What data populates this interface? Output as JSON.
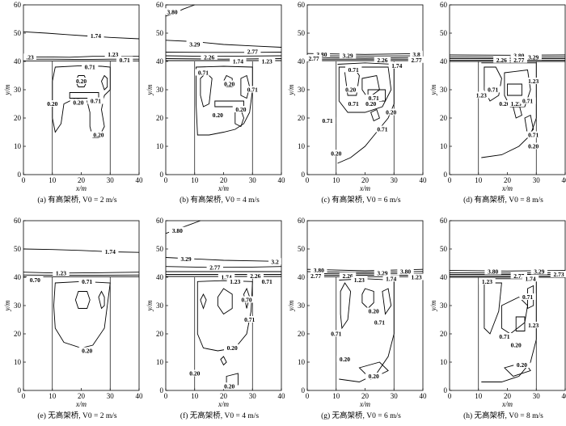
{
  "chart_data": [
    {
      "type": "contour",
      "caption": "(a) 有高架桥, V0 = 2 m/s",
      "xlabel": "x/m",
      "ylabel": "y/m",
      "xlim": [
        0,
        40
      ],
      "ylim": [
        0,
        60
      ],
      "xticks": [
        "0",
        "10",
        "20",
        "30",
        "40"
      ],
      "yticks": [
        "0",
        "10",
        "20",
        "30",
        "40",
        "50",
        "60"
      ],
      "has_bridge": true,
      "wind_speed_ms": 2,
      "contour_labels": [
        {
          "text": "1.74",
          "x": 25,
          "y": 49
        },
        {
          "text": "1.23",
          "x": 31,
          "y": 42.5
        },
        {
          "text": ".23",
          "x": 1.5,
          "y": 41.5
        },
        {
          "text": "0.71",
          "x": 23,
          "y": 38
        },
        {
          "text": "0.71",
          "x": 35,
          "y": 40.5
        },
        {
          "text": "0.20",
          "x": 20,
          "y": 33
        },
        {
          "text": "0.20",
          "x": 10,
          "y": 25
        },
        {
          "text": "0.20",
          "x": 19,
          "y": 25.5
        },
        {
          "text": "0.71",
          "x": 25,
          "y": 26
        },
        {
          "text": "0.20",
          "x": 26,
          "y": 14
        }
      ]
    },
    {
      "type": "contour",
      "caption": "(b) 有高架桥, V0 = 4 m/s",
      "xlabel": "x/m",
      "ylabel": "y/m",
      "xlim": [
        0,
        40
      ],
      "ylim": [
        0,
        60
      ],
      "xticks": [
        "0",
        "10",
        "20",
        "30",
        "40"
      ],
      "yticks": [
        "0",
        "10",
        "20",
        "30",
        "40",
        "50",
        "60"
      ],
      "has_bridge": true,
      "wind_speed_ms": 4,
      "contour_labels": [
        {
          "text": "3.80",
          "x": 2,
          "y": 57.5
        },
        {
          "text": "3.29",
          "x": 10,
          "y": 46
        },
        {
          "text": "2.77",
          "x": 30,
          "y": 43.5
        },
        {
          "text": "2.26",
          "x": 15,
          "y": 41.5
        },
        {
          "text": "1.74",
          "x": 25,
          "y": 40
        },
        {
          "text": "1.23",
          "x": 35,
          "y": 40
        },
        {
          "text": "0.71",
          "x": 13,
          "y": 36
        },
        {
          "text": "0.20",
          "x": 22,
          "y": 32
        },
        {
          "text": "0.71",
          "x": 30,
          "y": 30
        },
        {
          "text": "0.20",
          "x": 26,
          "y": 23
        },
        {
          "text": "0.20",
          "x": 18,
          "y": 21
        }
      ]
    },
    {
      "type": "contour",
      "caption": "(c) 有高架桥, V0 = 6 m/s",
      "xlabel": "x/m",
      "ylabel": "y/m",
      "xlim": [
        0,
        40
      ],
      "ylim": [
        0,
        60
      ],
      "xticks": [
        "0",
        "10",
        "20",
        "30",
        "40"
      ],
      "yticks": [
        "0",
        "10",
        "20",
        "30",
        "40",
        "50",
        "60"
      ],
      "has_bridge": true,
      "wind_speed_ms": 6,
      "contour_labels": [
        {
          "text": "3.80",
          "x": 5,
          "y": 42.5
        },
        {
          "text": "3.29",
          "x": 14,
          "y": 42
        },
        {
          "text": "3.8",
          "x": 39,
          "y": 42.5
        },
        {
          "text": "2.77",
          "x": 1,
          "y": 41
        },
        {
          "text": "2.26",
          "x": 26,
          "y": 40.5
        },
        {
          "text": "2.77",
          "x": 38,
          "y": 40.5
        },
        {
          "text": "1.74",
          "x": 31,
          "y": 38.5
        },
        {
          "text": "0.71",
          "x": 16,
          "y": 37
        },
        {
          "text": "0.71",
          "x": 16,
          "y": 25
        },
        {
          "text": "0.20",
          "x": 15,
          "y": 30
        },
        {
          "text": "0.20",
          "x": 22,
          "y": 25
        },
        {
          "text": "0.71",
          "x": 23,
          "y": 27
        },
        {
          "text": "0.20",
          "x": 29,
          "y": 22
        },
        {
          "text": "0.71",
          "x": 7,
          "y": 19
        },
        {
          "text": "0.71",
          "x": 26,
          "y": 16
        },
        {
          "text": "0.20",
          "x": 10,
          "y": 7.5
        }
      ]
    },
    {
      "type": "contour",
      "caption": "(d) 有高架桥, V0 = 8 m/s",
      "xlabel": "x/m",
      "ylabel": "y/m",
      "xlim": [
        0,
        40
      ],
      "ylim": [
        0,
        60
      ],
      "xticks": [
        "0",
        "10",
        "20",
        "30",
        "40"
      ],
      "yticks": [
        "0",
        "10",
        "20",
        "30",
        "40",
        "50",
        "60"
      ],
      "has_bridge": true,
      "wind_speed_ms": 8,
      "contour_labels": [
        {
          "text": "3.80",
          "x": 24,
          "y": 42
        },
        {
          "text": "2.26",
          "x": 18,
          "y": 40.5
        },
        {
          "text": "2.77",
          "x": 24,
          "y": 40.5
        },
        {
          "text": "3.29",
          "x": 29,
          "y": 41.5
        },
        {
          "text": "1.23",
          "x": 11,
          "y": 28
        },
        {
          "text": "0.71",
          "x": 15,
          "y": 30
        },
        {
          "text": "0.20",
          "x": 19,
          "y": 25
        },
        {
          "text": "1.23",
          "x": 23,
          "y": 25
        },
        {
          "text": "0.71",
          "x": 27,
          "y": 26
        },
        {
          "text": "1.23",
          "x": 29,
          "y": 33
        },
        {
          "text": "0.71",
          "x": 29,
          "y": 14
        },
        {
          "text": "0.20",
          "x": 29,
          "y": 10
        }
      ]
    },
    {
      "type": "contour",
      "caption": "(e) 无高架桥, V0 = 2 m/s",
      "xlabel": "x/m",
      "ylabel": "y/m",
      "xlim": [
        0,
        40
      ],
      "ylim": [
        0,
        60
      ],
      "xticks": [
        "0",
        "10",
        "20",
        "30",
        "40"
      ],
      "yticks": [
        "0",
        "10",
        "20",
        "30",
        "40",
        "50",
        "60"
      ],
      "has_bridge": false,
      "wind_speed_ms": 2,
      "contour_labels": [
        {
          "text": "1.74",
          "x": 30,
          "y": 49
        },
        {
          "text": "1.23",
          "x": 13,
          "y": 41.5
        },
        {
          "text": "0.70",
          "x": 4,
          "y": 39
        },
        {
          "text": "0.71",
          "x": 22,
          "y": 38.5
        },
        {
          "text": "0.20",
          "x": 22,
          "y": 14
        }
      ]
    },
    {
      "type": "contour",
      "caption": "(f) 无高架桥, V0 = 4 m/s",
      "xlabel": "x/m",
      "ylabel": "y/m",
      "xlim": [
        0,
        40
      ],
      "ylim": [
        0,
        60
      ],
      "xticks": [
        "0",
        "10",
        "20",
        "30",
        "40"
      ],
      "yticks": [
        "0",
        "10",
        "20",
        "30",
        "40",
        "50",
        "60"
      ],
      "has_bridge": false,
      "wind_speed_ms": 4,
      "contour_labels": [
        {
          "text": "3.80",
          "x": 4,
          "y": 56.5
        },
        {
          "text": "3.29",
          "x": 7,
          "y": 46.5
        },
        {
          "text": "3.2",
          "x": 39,
          "y": 45.5
        },
        {
          "text": "2.77",
          "x": 17,
          "y": 43.5
        },
        {
          "text": "1.74",
          "x": 21,
          "y": 40
        },
        {
          "text": "2.26",
          "x": 31,
          "y": 40.5
        },
        {
          "text": "1.23",
          "x": 24,
          "y": 38.5
        },
        {
          "text": "0.71",
          "x": 35,
          "y": 38.5
        },
        {
          "text": "0.70",
          "x": 28,
          "y": 32
        },
        {
          "text": "0.71",
          "x": 29,
          "y": 25
        },
        {
          "text": "0.20",
          "x": 23,
          "y": 15
        },
        {
          "text": "0.20",
          "x": 10,
          "y": 6
        },
        {
          "text": "0.20",
          "x": 22,
          "y": 1.5
        }
      ]
    },
    {
      "type": "contour",
      "caption": "(g) 无高架桥, V0 = 6 m/s",
      "xlabel": "x/m",
      "ylabel": "y/m",
      "xlim": [
        0,
        40
      ],
      "ylim": [
        0,
        60
      ],
      "xticks": [
        "0",
        "10",
        "20",
        "30",
        "40"
      ],
      "yticks": [
        "0",
        "10",
        "20",
        "30",
        "40",
        "50",
        "60"
      ],
      "has_bridge": false,
      "wind_speed_ms": 6,
      "contour_labels": [
        {
          "text": "3.80",
          "x": 4,
          "y": 42.5
        },
        {
          "text": "3.29",
          "x": 26,
          "y": 41.5
        },
        {
          "text": "3.80",
          "x": 34,
          "y": 42
        },
        {
          "text": "2.77",
          "x": 3,
          "y": 40.5
        },
        {
          "text": "2.26",
          "x": 14,
          "y": 40.5
        },
        {
          "text": "1.23",
          "x": 18,
          "y": 39
        },
        {
          "text": "1.74",
          "x": 29,
          "y": 39.5
        },
        {
          "text": "1.23",
          "x": 39,
          "y": 40
        },
        {
          "text": "0.20",
          "x": 23,
          "y": 28
        },
        {
          "text": "0.71",
          "x": 10,
          "y": 20
        },
        {
          "text": "0.71",
          "x": 25,
          "y": 24
        },
        {
          "text": "0.20",
          "x": 13,
          "y": 11
        },
        {
          "text": "0.20",
          "x": 23,
          "y": 5
        }
      ]
    },
    {
      "type": "contour",
      "caption": "(h) 无高架桥, V0 = 8 m/s",
      "xlabel": "x/m",
      "ylabel": "y/m",
      "xlim": [
        0,
        40
      ],
      "ylim": [
        0,
        60
      ],
      "xticks": [
        "0",
        "10",
        "20",
        "30",
        "40"
      ],
      "yticks": [
        "0",
        "10",
        "20",
        "30",
        "40",
        "50",
        "60"
      ],
      "has_bridge": false,
      "wind_speed_ms": 8,
      "contour_labels": [
        {
          "text": "3.80",
          "x": 15,
          "y": 42
        },
        {
          "text": "3.29",
          "x": 31,
          "y": 42
        },
        {
          "text": "2.77",
          "x": 24,
          "y": 40.5
        },
        {
          "text": "2.73",
          "x": 39,
          "y": 41
        },
        {
          "text": "1.23",
          "x": 13,
          "y": 38.5
        },
        {
          "text": "1.74",
          "x": 28,
          "y": 39.5
        },
        {
          "text": "0.71",
          "x": 27,
          "y": 33
        },
        {
          "text": "1.23",
          "x": 29,
          "y": 23
        },
        {
          "text": "0.71",
          "x": 19,
          "y": 19
        },
        {
          "text": "0.20",
          "x": 23,
          "y": 16
        },
        {
          "text": "0.20",
          "x": 25,
          "y": 9
        }
      ]
    }
  ]
}
